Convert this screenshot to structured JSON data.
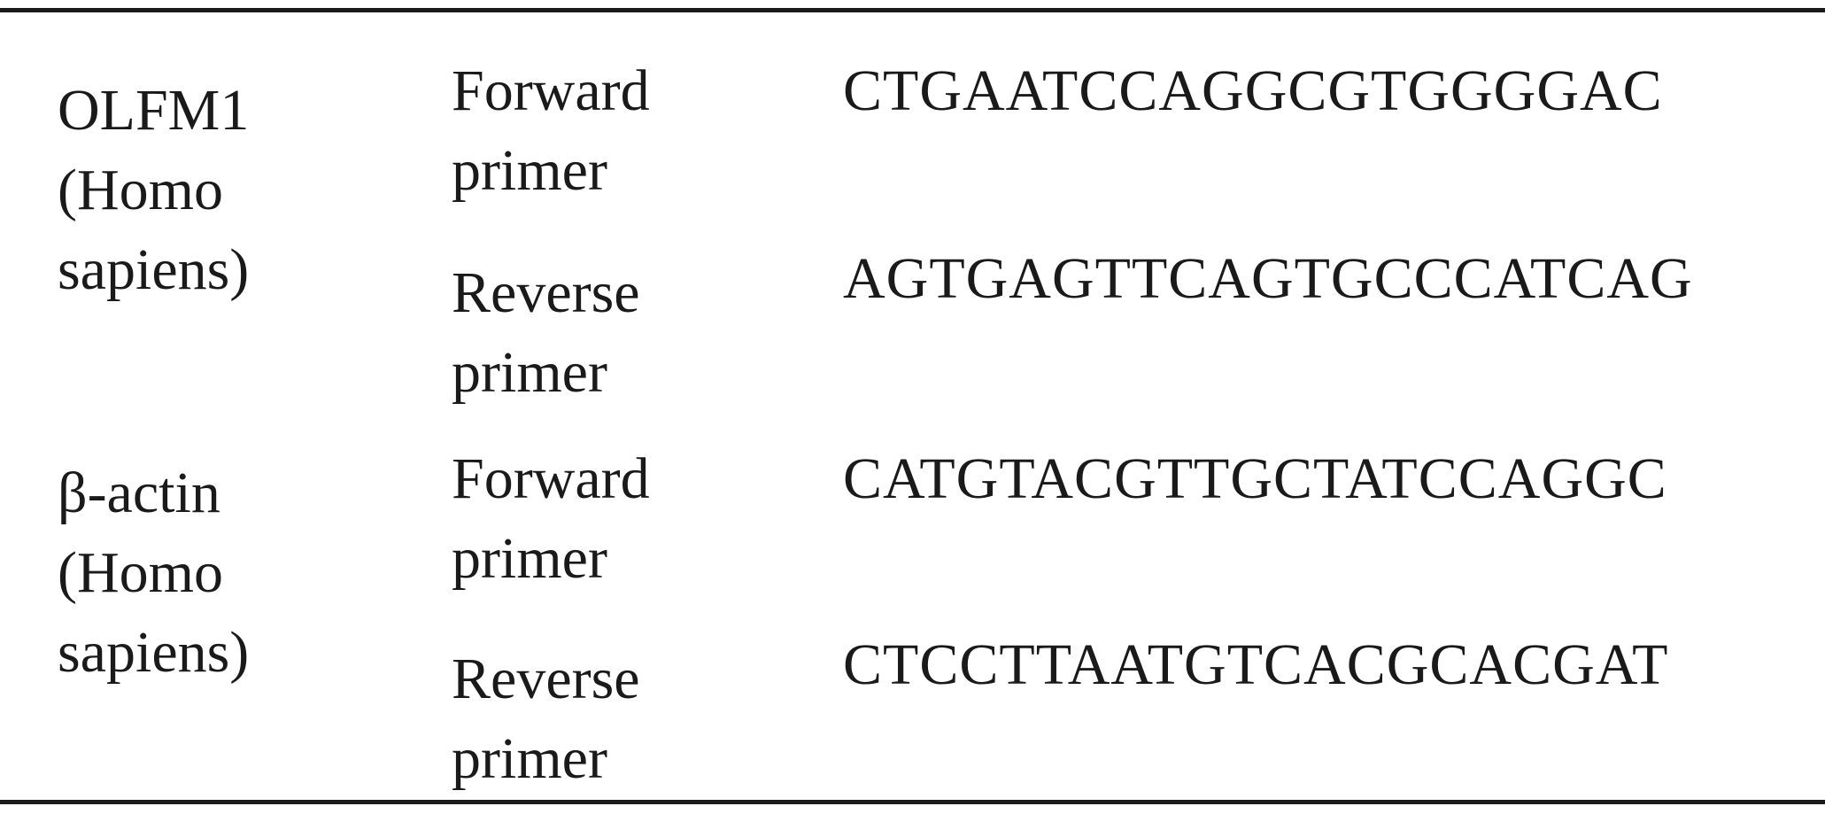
{
  "rows": [
    {
      "gene": [
        "OLFM1",
        "(Homo",
        "sapiens)"
      ],
      "primers": [
        {
          "type": [
            "Forward",
            "primer"
          ],
          "sequence": "CTGAATCCAGGCGTGGGGAC"
        },
        {
          "type": [
            "Reverse",
            "primer"
          ],
          "sequence": "AGTGAGTTCAGTGCCCATCAG"
        }
      ]
    },
    {
      "gene": [
        "β-actin",
        "(Homo",
        "sapiens)"
      ],
      "primers": [
        {
          "type": [
            "Forward",
            "primer"
          ],
          "sequence": "CATGTACGTTGCTATCCAGGC"
        },
        {
          "type": [
            "Reverse",
            "primer"
          ],
          "sequence": "CTCCTTAATGTCACGCACGAT"
        }
      ]
    }
  ]
}
